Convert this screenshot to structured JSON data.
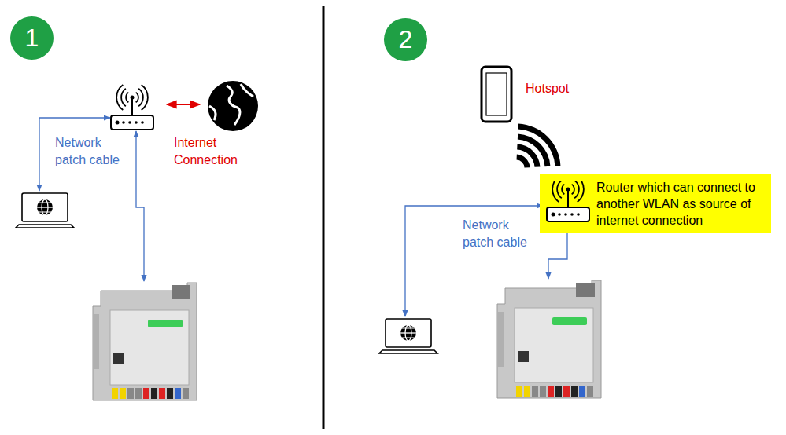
{
  "diagram": {
    "nodes": [
      {
        "text": [
          "1"
        ]
      },
      {
        "text": [
          "2"
        ]
      },
      {
        "text": [
          "Router which can connect to another WLAN as source of internet connection"
        ]
      }
    ],
    "labels": [
      "Network patch cable",
      "Internet Connection",
      "Hotspot",
      "Network patch cable"
    ]
  }
}
